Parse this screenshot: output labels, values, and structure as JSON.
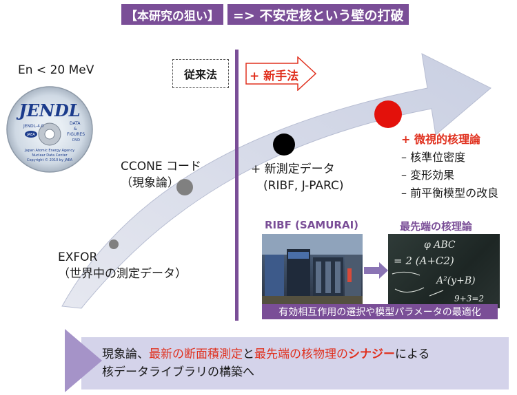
{
  "title": {
    "left": "【本研究の狙い】",
    "right": "=> 不安定核という壁の打破"
  },
  "energy_label": "En < 20 MeV",
  "cd": {
    "logo": "JENDL",
    "version": "JENDL-4.0",
    "right_text_1": "DATA",
    "right_text_2": "&",
    "right_text_3": "FIGURES",
    "right_text_4": "DVD",
    "agency_1": "Japan Atomic Energy Agency",
    "agency_2": "Nuclear Data Center",
    "copyright": "Copyright © 2010 by JAEA",
    "badge": "JAEA"
  },
  "conventional_label": "従来法",
  "new_method_label": "+ 新手法",
  "ccone": {
    "line1": "CCONE コード",
    "line2": "（現象論）"
  },
  "exfor": {
    "line1": "EXFOR",
    "line2": "（世界中の測定データ）"
  },
  "new_data": {
    "line1": "+ 新測定データ",
    "line2": "(RIBF, J-PARC)"
  },
  "theory": {
    "title": "+ 微視的核理論",
    "items": [
      "– 核準位密度",
      "– 変形効果",
      "– 前平衡模型の改良"
    ]
  },
  "riken_caption": "RIBF (SAMURAI)",
  "theory_caption": "最先端の核理論",
  "param_text": "有効相互作用の選択や模型パラメータの最適化",
  "bottom": {
    "part1": "現象論、",
    "part2": "最新の断面積測定",
    "part3": "と",
    "part4": "最先端の核物理の",
    "part5": "シナジー",
    "part6": "による",
    "line2": "核データライブラリの構築へ"
  },
  "blackboard_text": [
    "φ ABC",
    "= 2 (A+C2)",
    "A²(y+B)",
    "9+3=2"
  ],
  "colors": {
    "purple": "#7a4e97",
    "red": "#e0301e",
    "arrow_fill": "#d7dbe8",
    "bottom_box": "#d4d3ea"
  }
}
